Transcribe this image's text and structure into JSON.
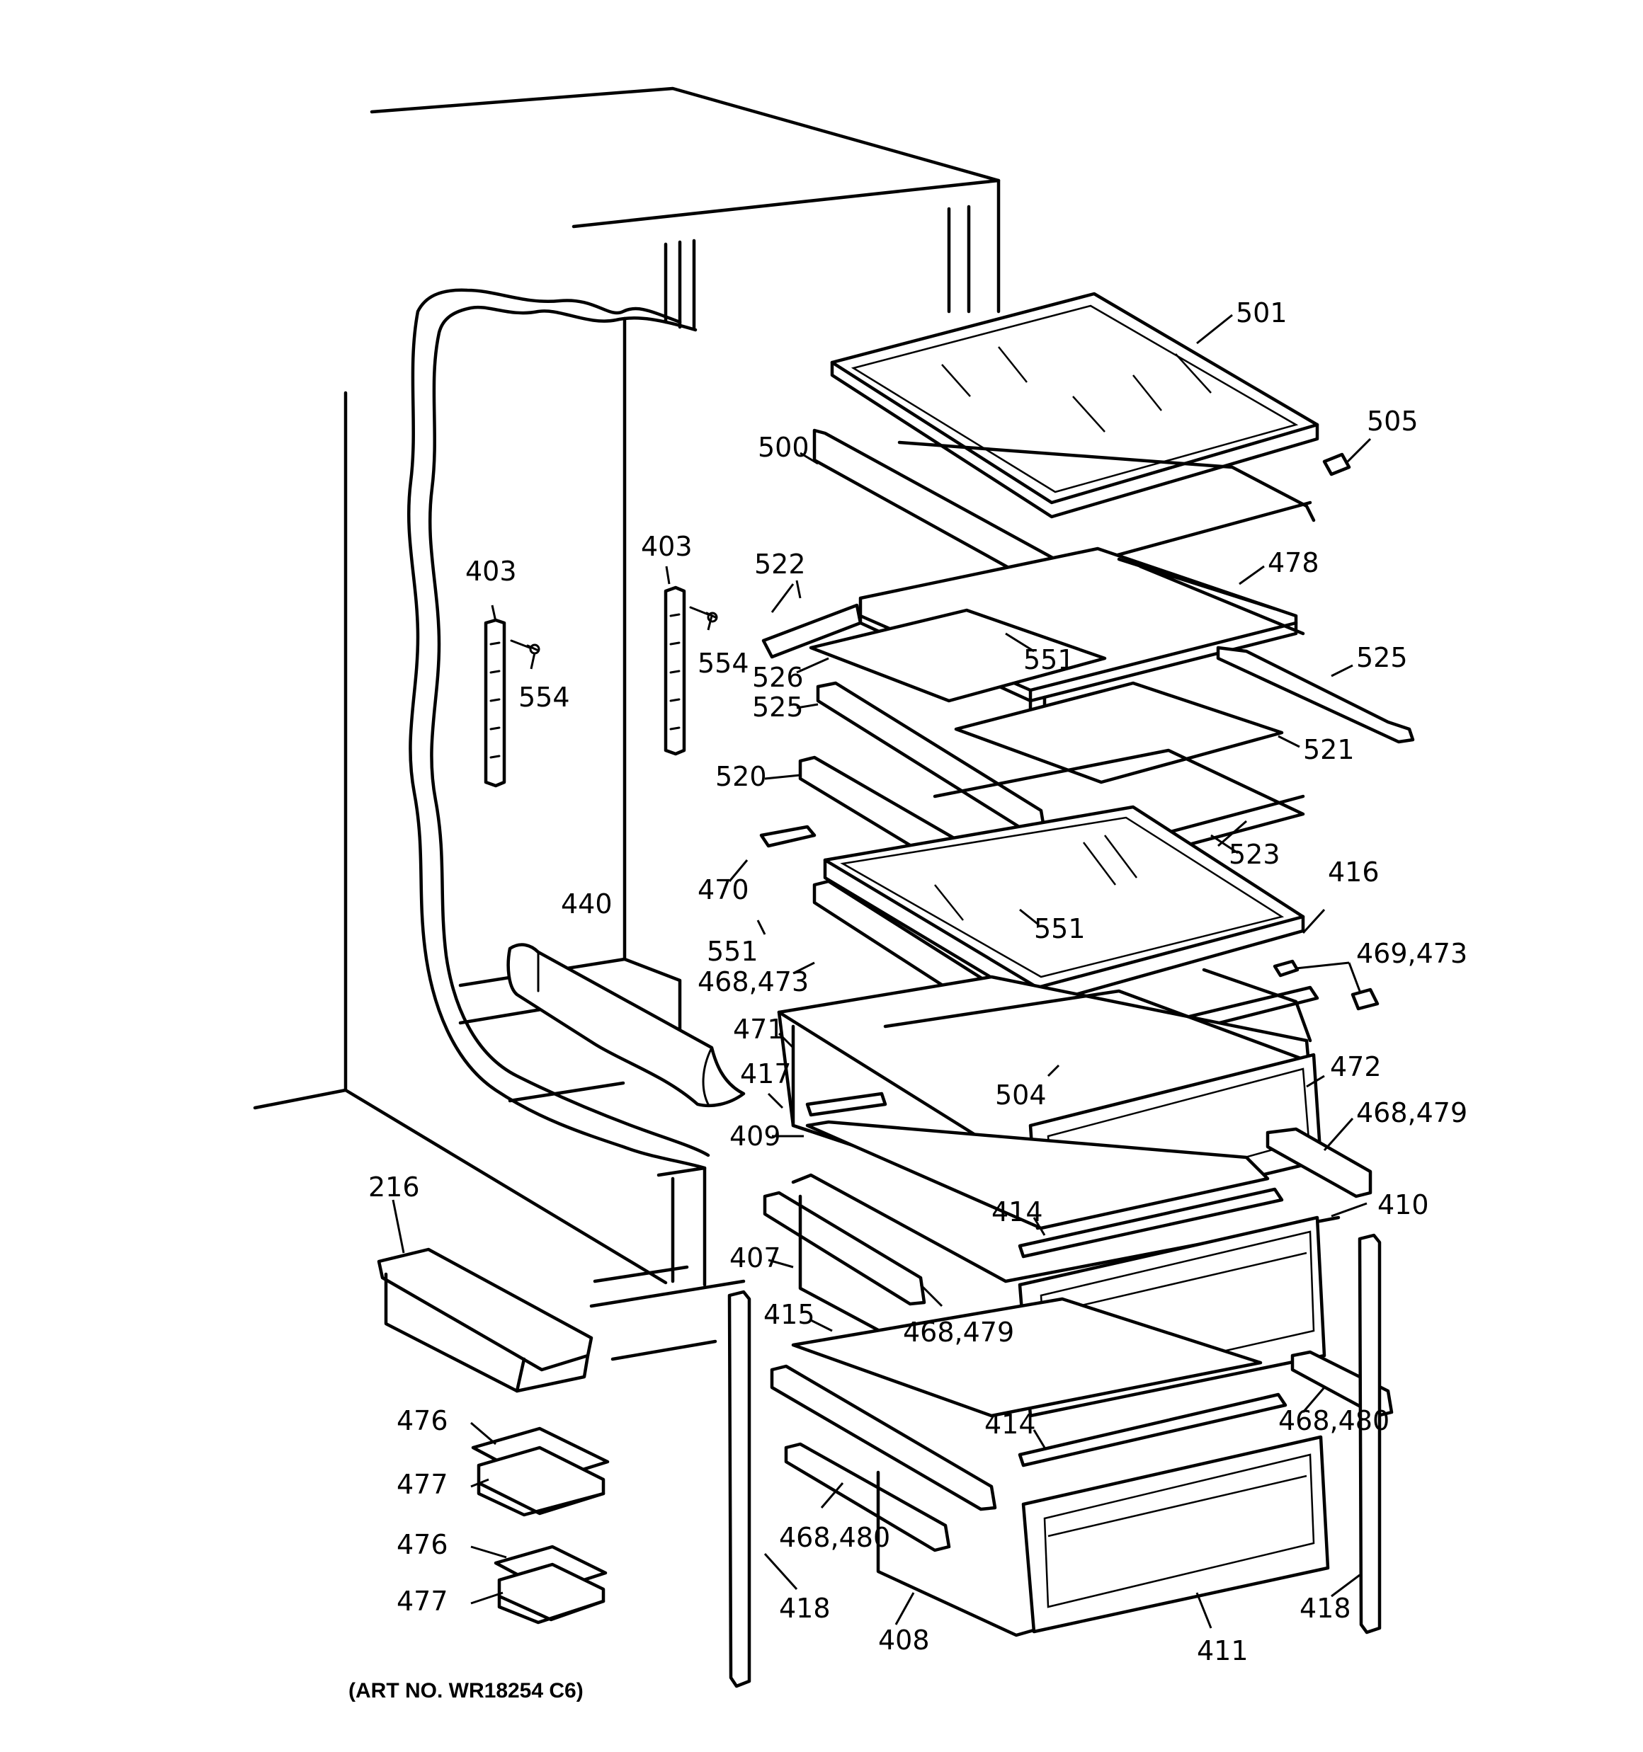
{
  "art_number": "(ART NO. WR18254 C6)",
  "parts": [
    {
      "label": "501"
    },
    {
      "label": "505"
    },
    {
      "label": "500"
    },
    {
      "label": "403"
    },
    {
      "label": "403"
    },
    {
      "label": "522"
    },
    {
      "label": "478"
    },
    {
      "label": "554"
    },
    {
      "label": "554"
    },
    {
      "label": "551"
    },
    {
      "label": "526"
    },
    {
      "label": "525"
    },
    {
      "label": "525"
    },
    {
      "label": "521"
    },
    {
      "label": "520"
    },
    {
      "label": "523"
    },
    {
      "label": "470"
    },
    {
      "label": "416"
    },
    {
      "label": "440"
    },
    {
      "label": "551"
    },
    {
      "label": "551"
    },
    {
      "label": "469,473"
    },
    {
      "label": "468,473"
    },
    {
      "label": "471"
    },
    {
      "label": "472"
    },
    {
      "label": "417"
    },
    {
      "label": "504"
    },
    {
      "label": "468,479"
    },
    {
      "label": "409"
    },
    {
      "label": "216"
    },
    {
      "label": "414"
    },
    {
      "label": "410"
    },
    {
      "label": "407"
    },
    {
      "label": "468,479"
    },
    {
      "label": "415"
    },
    {
      "label": "468,480"
    },
    {
      "label": "476"
    },
    {
      "label": "414"
    },
    {
      "label": "477"
    },
    {
      "label": "476"
    },
    {
      "label": "468,480"
    },
    {
      "label": "477"
    },
    {
      "label": "418"
    },
    {
      "label": "408"
    },
    {
      "label": "411"
    },
    {
      "label": "418"
    }
  ]
}
